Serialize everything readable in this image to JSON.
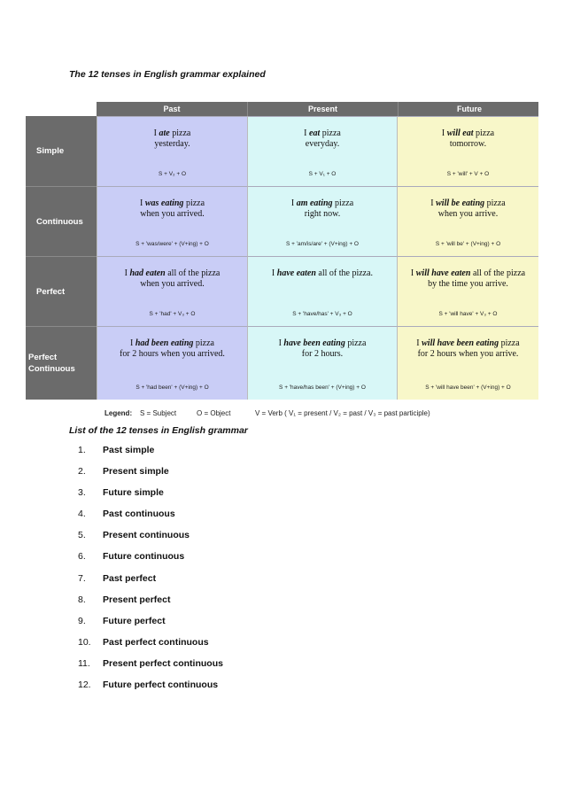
{
  "title": "The 12 tenses in English grammar explained",
  "columns": [
    "Past",
    "Present",
    "Future"
  ],
  "rows": [
    {
      "label": [
        "Simple"
      ],
      "cells": [
        {
          "pre": "I ",
          "verb": "ate",
          "post": " pizza",
          "line2": "yesterday.",
          "formula": "S + V₂ + O"
        },
        {
          "pre": "I ",
          "verb": "eat",
          "post": " pizza",
          "line2": "everyday.",
          "formula": "S + V₁ + O"
        },
        {
          "pre": "I ",
          "verb": "will eat",
          "post": " pizza",
          "line2": "tomorrow.",
          "formula": "S + 'will' + V + O"
        }
      ]
    },
    {
      "label": [
        "Continuous"
      ],
      "cells": [
        {
          "pre": "I ",
          "verb": "was eating",
          "post": " pizza",
          "line2": "when you arrived.",
          "formula": "S + 'was/were' + (V+ing) + O"
        },
        {
          "pre": "I ",
          "verb": "am eating",
          "post": " pizza",
          "line2": "right now.",
          "formula": "S + 'am/is/are' + (V+ing) + O"
        },
        {
          "pre": "I ",
          "verb": "will be eating",
          "post": " pizza",
          "line2": "when you arrive.",
          "formula": "S + 'will be' + (V+ing) + O"
        }
      ]
    },
    {
      "label": [
        "Perfect"
      ],
      "cells": [
        {
          "pre": "I ",
          "verb": "had eaten",
          "post": " all of the pizza",
          "line2": "when you arrived.",
          "formula": "S + 'had' + V₃ + O"
        },
        {
          "pre": "I ",
          "verb": "have eaten",
          "post": " all of the pizza.",
          "line2": "",
          "formula": "S + 'have/has' + V₃ + O"
        },
        {
          "pre": "I ",
          "verb": "will have eaten",
          "post": " all of the pizza",
          "line2": "by the time you arrive.",
          "formula": "S + 'will have' + V₃ + O"
        }
      ]
    },
    {
      "label": [
        "Perfect",
        "Continuous"
      ],
      "cells": [
        {
          "pre": "I ",
          "verb": "had been eating",
          "post": " pizza",
          "line2": "for 2 hours when you arrived.",
          "formula": "S + 'had been' + (V+ing) + O"
        },
        {
          "pre": "I ",
          "verb": "have been eating",
          "post": " pizza",
          "line2": "for 2 hours.",
          "formula": "S + 'have/has been' + (V+ing) + O"
        },
        {
          "pre": "I ",
          "verb": "will have been eating",
          "post": " pizza",
          "line2": "for 2 hours when you arrive.",
          "formula": "S + 'will have been' + (V+ing) + O"
        }
      ]
    }
  ],
  "legend": {
    "label": "Legend:",
    "subject": "S = Subject",
    "object": "O = Object",
    "verb": "V = Verb  ( V₁ = present  /  V₂ = past  /  V₃ = past participle)"
  },
  "list_heading": "List of the 12 tenses in English grammar",
  "tenses": [
    "Past simple",
    "Present simple",
    "Future simple",
    "Past continuous",
    "Present continuous",
    "Future continuous",
    "Past perfect",
    "Present perfect",
    "Future perfect",
    "Past perfect continuous",
    "Present perfect continuous",
    "Future perfect continuous"
  ]
}
